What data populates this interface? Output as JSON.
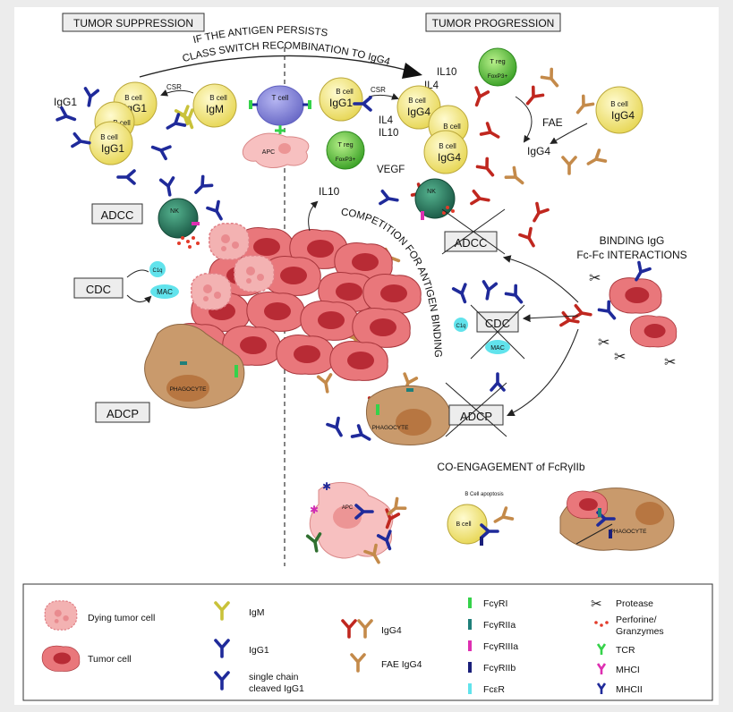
{
  "headers": {
    "suppression": "TUMOR SUPPRESSION",
    "progression": "TUMOR PROGRESSION"
  },
  "arc": {
    "line1": "IF THE ANTIGEN PERSISTS",
    "line2": "CLASS SWITCH RECOMBINATION TO IgG4"
  },
  "cells": {
    "b_cell": "B cell",
    "t_cell": "T cell",
    "apc": "APC",
    "t_reg": "T reg",
    "foxp3": "FoxP3+",
    "nk": "NK",
    "phagocyte": "PHAGOCYTE",
    "c1q": "C1q",
    "mac": "MAC",
    "b_cell_apoptosis": "B Cell apoptosis"
  },
  "labels": {
    "igg1": "IgG1",
    "igm": "IgM",
    "igg4": "IgG4",
    "csr": "CSR",
    "il10": "IL10",
    "il4": "IL4",
    "vegf": "VEGF",
    "fae": "FAE",
    "adcc": "ADCC",
    "cdc": "CDC",
    "adcp": "ADCP",
    "competition": "COMPETITION FOR ANTIGEN BINDING",
    "binding1": "BINDING IgG",
    "binding2": "Fc-Fc INTERACTIONS",
    "coengagement": "CO-ENGAGEMENT of FcRγIIb"
  },
  "legend": {
    "dying": "Dying tumor cell",
    "tumor": "Tumor cell",
    "igm": "IgM",
    "igg1": "IgG1",
    "single_line1": "single chain",
    "single_line2": "cleaved IgG1",
    "igg4": "IgG4",
    "fae_igg4": "FAE IgG4",
    "fcgri": "FcγRI",
    "fcgriia": "FcγRIIa",
    "fcgriiia": "FcγRIIIa",
    "fcgriib": "FcγRIIb",
    "fcer": "FcεR",
    "protease": "Protease",
    "perforine1": "Perforine/",
    "perforine2": "Granzymes",
    "tcr": "TCR",
    "mhci": "MHCI",
    "mhcii": "MHCII"
  },
  "colors": {
    "igg1": "#1f2a9a",
    "igm": "#c9c23a",
    "igg4_red": "#c0271f",
    "igg4_tan": "#c48a4a",
    "tumor": "#e9777b",
    "tumor_nucleus": "#b82b35",
    "b_cell": "#f6ee8a",
    "t_reg": "#63c43a",
    "nk": "#2c7d63",
    "phagocyte": "#c99a6c",
    "c1q": "#61e3ec",
    "fcgri": "#35d24a",
    "fcgriia": "#1f7f7a",
    "fcgriiia": "#de2fb1",
    "fcgriib": "#1a1f7a"
  }
}
